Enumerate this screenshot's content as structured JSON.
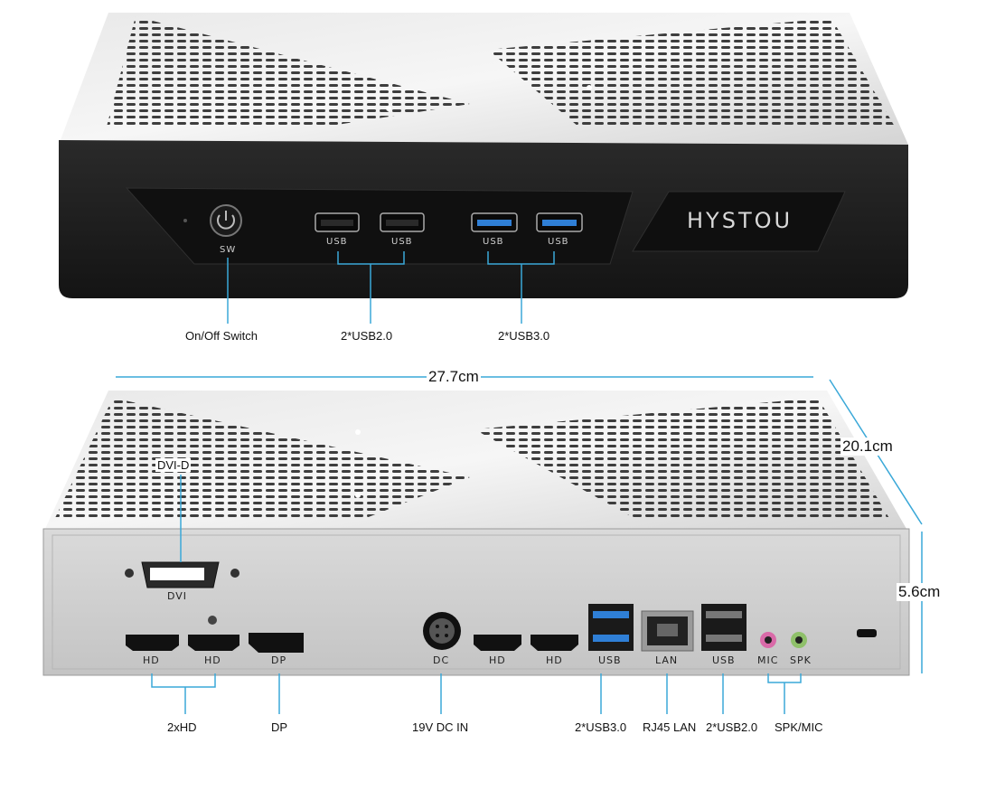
{
  "brand": "HYSTOU",
  "front": {
    "power_label": "SW",
    "usb_label": "USB",
    "callouts": {
      "power": "On/Off Switch",
      "usb2": "2*USB2.0",
      "usb3": "2*USB3.0"
    }
  },
  "dimensions": {
    "width": "27.7cm",
    "depth": "20.1cm",
    "height": "5.6cm"
  },
  "rear": {
    "ports": {
      "dvi_top": "DVI-D",
      "dvi": "DVI",
      "hd": "HD",
      "dp": "DP",
      "dc": "DC",
      "usb": "USB",
      "lan": "LAN",
      "mic": "MIC",
      "spk": "SPK"
    },
    "callouts": {
      "hd2": "2xHD",
      "dp": "DP",
      "dc_in": "19V DC IN",
      "usb3": "2*USB3.0",
      "lan": "RJ45 LAN",
      "usb2": "2*USB2.0",
      "audio": "SPK/MIC"
    }
  },
  "colors": {
    "callout_line": "#3aa8d8",
    "chassis_silver": "#d8d8d8",
    "front_black": "#1e1e1e",
    "usb3_blue": "#2f7fd6"
  }
}
